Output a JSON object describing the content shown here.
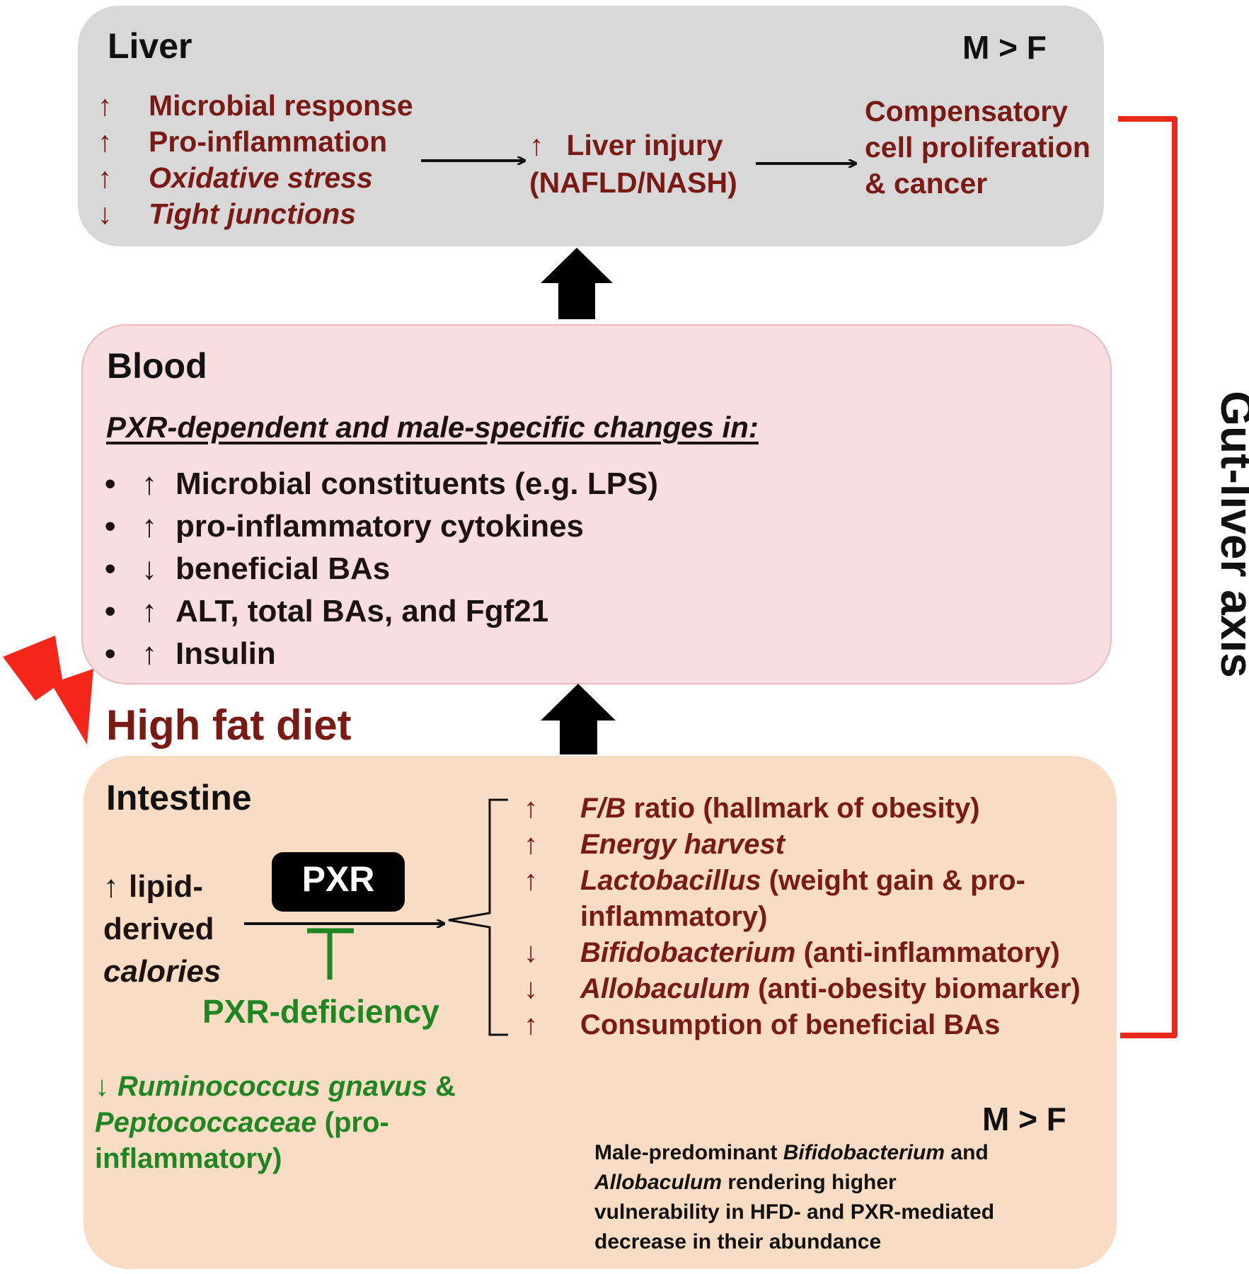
{
  "liver": {
    "title": "Liver",
    "sex_bias": "M > F",
    "effects": [
      {
        "dir": "up",
        "text": "Microbial response",
        "italic": false
      },
      {
        "dir": "up",
        "text": "Pro-inflammation",
        "italic": false
      },
      {
        "dir": "up",
        "text": "Oxidative stress",
        "italic": true
      },
      {
        "dir": "down",
        "text": "Tight junctions",
        "italic": true
      }
    ],
    "injury_line1": "Liver injury",
    "injury_line2": "(NAFLD/NASH)",
    "outcome_line1": "Compensatory",
    "outcome_line2": "cell proliferation",
    "outcome_line3": "& cancer"
  },
  "blood": {
    "title": "Blood",
    "subtitle": "PXR-dependent and male-specific changes in:",
    "items": [
      {
        "dir": "up",
        "text": "Microbial constituents (e.g. LPS)"
      },
      {
        "dir": "up",
        "text": "pro-inflammatory cytokines"
      },
      {
        "dir": "down",
        "text": "beneficial BAs"
      },
      {
        "dir": "up",
        "text": "ALT, total BAs, and Fgf21"
      },
      {
        "dir": "up",
        "text": "Insulin"
      }
    ]
  },
  "diet": {
    "label": "High fat diet"
  },
  "intestine": {
    "title": "Intestine",
    "input_line1": "lipid-",
    "input_line2": "derived",
    "input_line3": "calories",
    "pxr_label": "PXR",
    "deficiency_label": "PXR-deficiency",
    "effects": [
      {
        "dir": "up",
        "em": "F/B",
        "rest": " ratio (hallmark of obesity)"
      },
      {
        "dir": "up",
        "em": "Energy harvest",
        "rest": ""
      },
      {
        "dir": "up",
        "em": "Lactobacillus",
        "rest": " (weight gain & pro-"
      },
      {
        "dir": "",
        "em": "",
        "rest": "inflammatory)"
      },
      {
        "dir": "down",
        "em": "Bifidobacterium",
        "rest": " (anti-inflammatory)"
      },
      {
        "dir": "down",
        "em": "Allobaculum",
        "rest": " (anti-obesity biomarker)"
      },
      {
        "dir": "up",
        "em": "",
        "rest": "Consumption of beneficial BAs"
      }
    ],
    "green_em1": "Ruminococcus gnavus",
    "green_rest1": " &",
    "green_em2": "Peptococcaceae",
    "green_rest2": " (pro-",
    "green_line3": "inflammatory)",
    "sex_bias": "M > F",
    "caption": [
      {
        "pre": "Male-predominant ",
        "em": "Bifidobacterium",
        "post": " and"
      },
      {
        "pre": "",
        "em": "Allobaculum",
        "post": " rendering higher"
      },
      {
        "pre": "vulnerability in HFD- and PXR-mediated",
        "em": "",
        "post": ""
      },
      {
        "pre": "decrease in their abundance",
        "em": "",
        "post": ""
      }
    ]
  },
  "axis": {
    "label": "Gut-liver axis"
  },
  "colors": {
    "dark_red": "#7a1a14",
    "green": "#208624",
    "axis_red": "#e8291c",
    "liver_bg": "#d8d8d9",
    "blood_bg": "#f8dde1",
    "intestine_bg": "#f8dcc4"
  },
  "icons": {
    "up": "↑",
    "down": "↓"
  }
}
